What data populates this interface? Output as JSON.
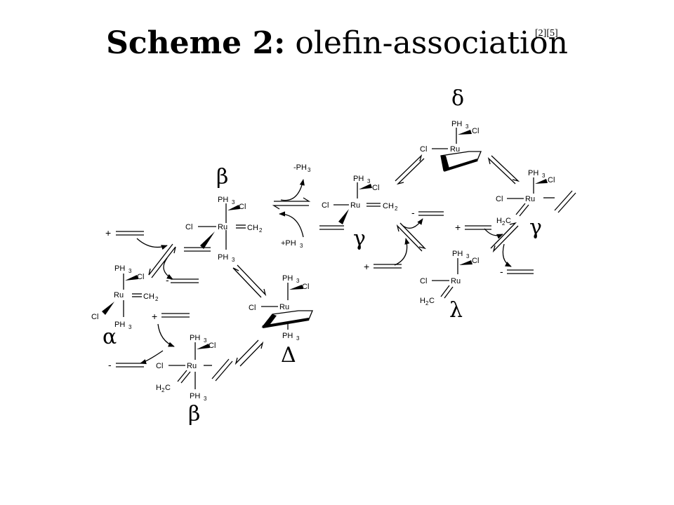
{
  "title": {
    "lead": "Scheme 2:",
    "rest": "olefin-association",
    "ref": "[2][5]"
  },
  "labels": {
    "delta": "δ",
    "beta_top": "β",
    "gamma_mid": "γ",
    "gamma_right": "γ",
    "alpha": "α",
    "Delta": "Δ",
    "lambda": "λ",
    "beta_bottom": "β"
  },
  "reagents": {
    "minus_ph3": "-PH",
    "plus_ph3": "+PH",
    "ph3_sub": "3",
    "plus": "+",
    "minus": "-"
  },
  "atoms": {
    "ru": "Ru",
    "cl": "Cl",
    "ph": "PH",
    "sub3": "3",
    "ch": "CH",
    "sub2": "2",
    "h": "H",
    "c": "C"
  }
}
